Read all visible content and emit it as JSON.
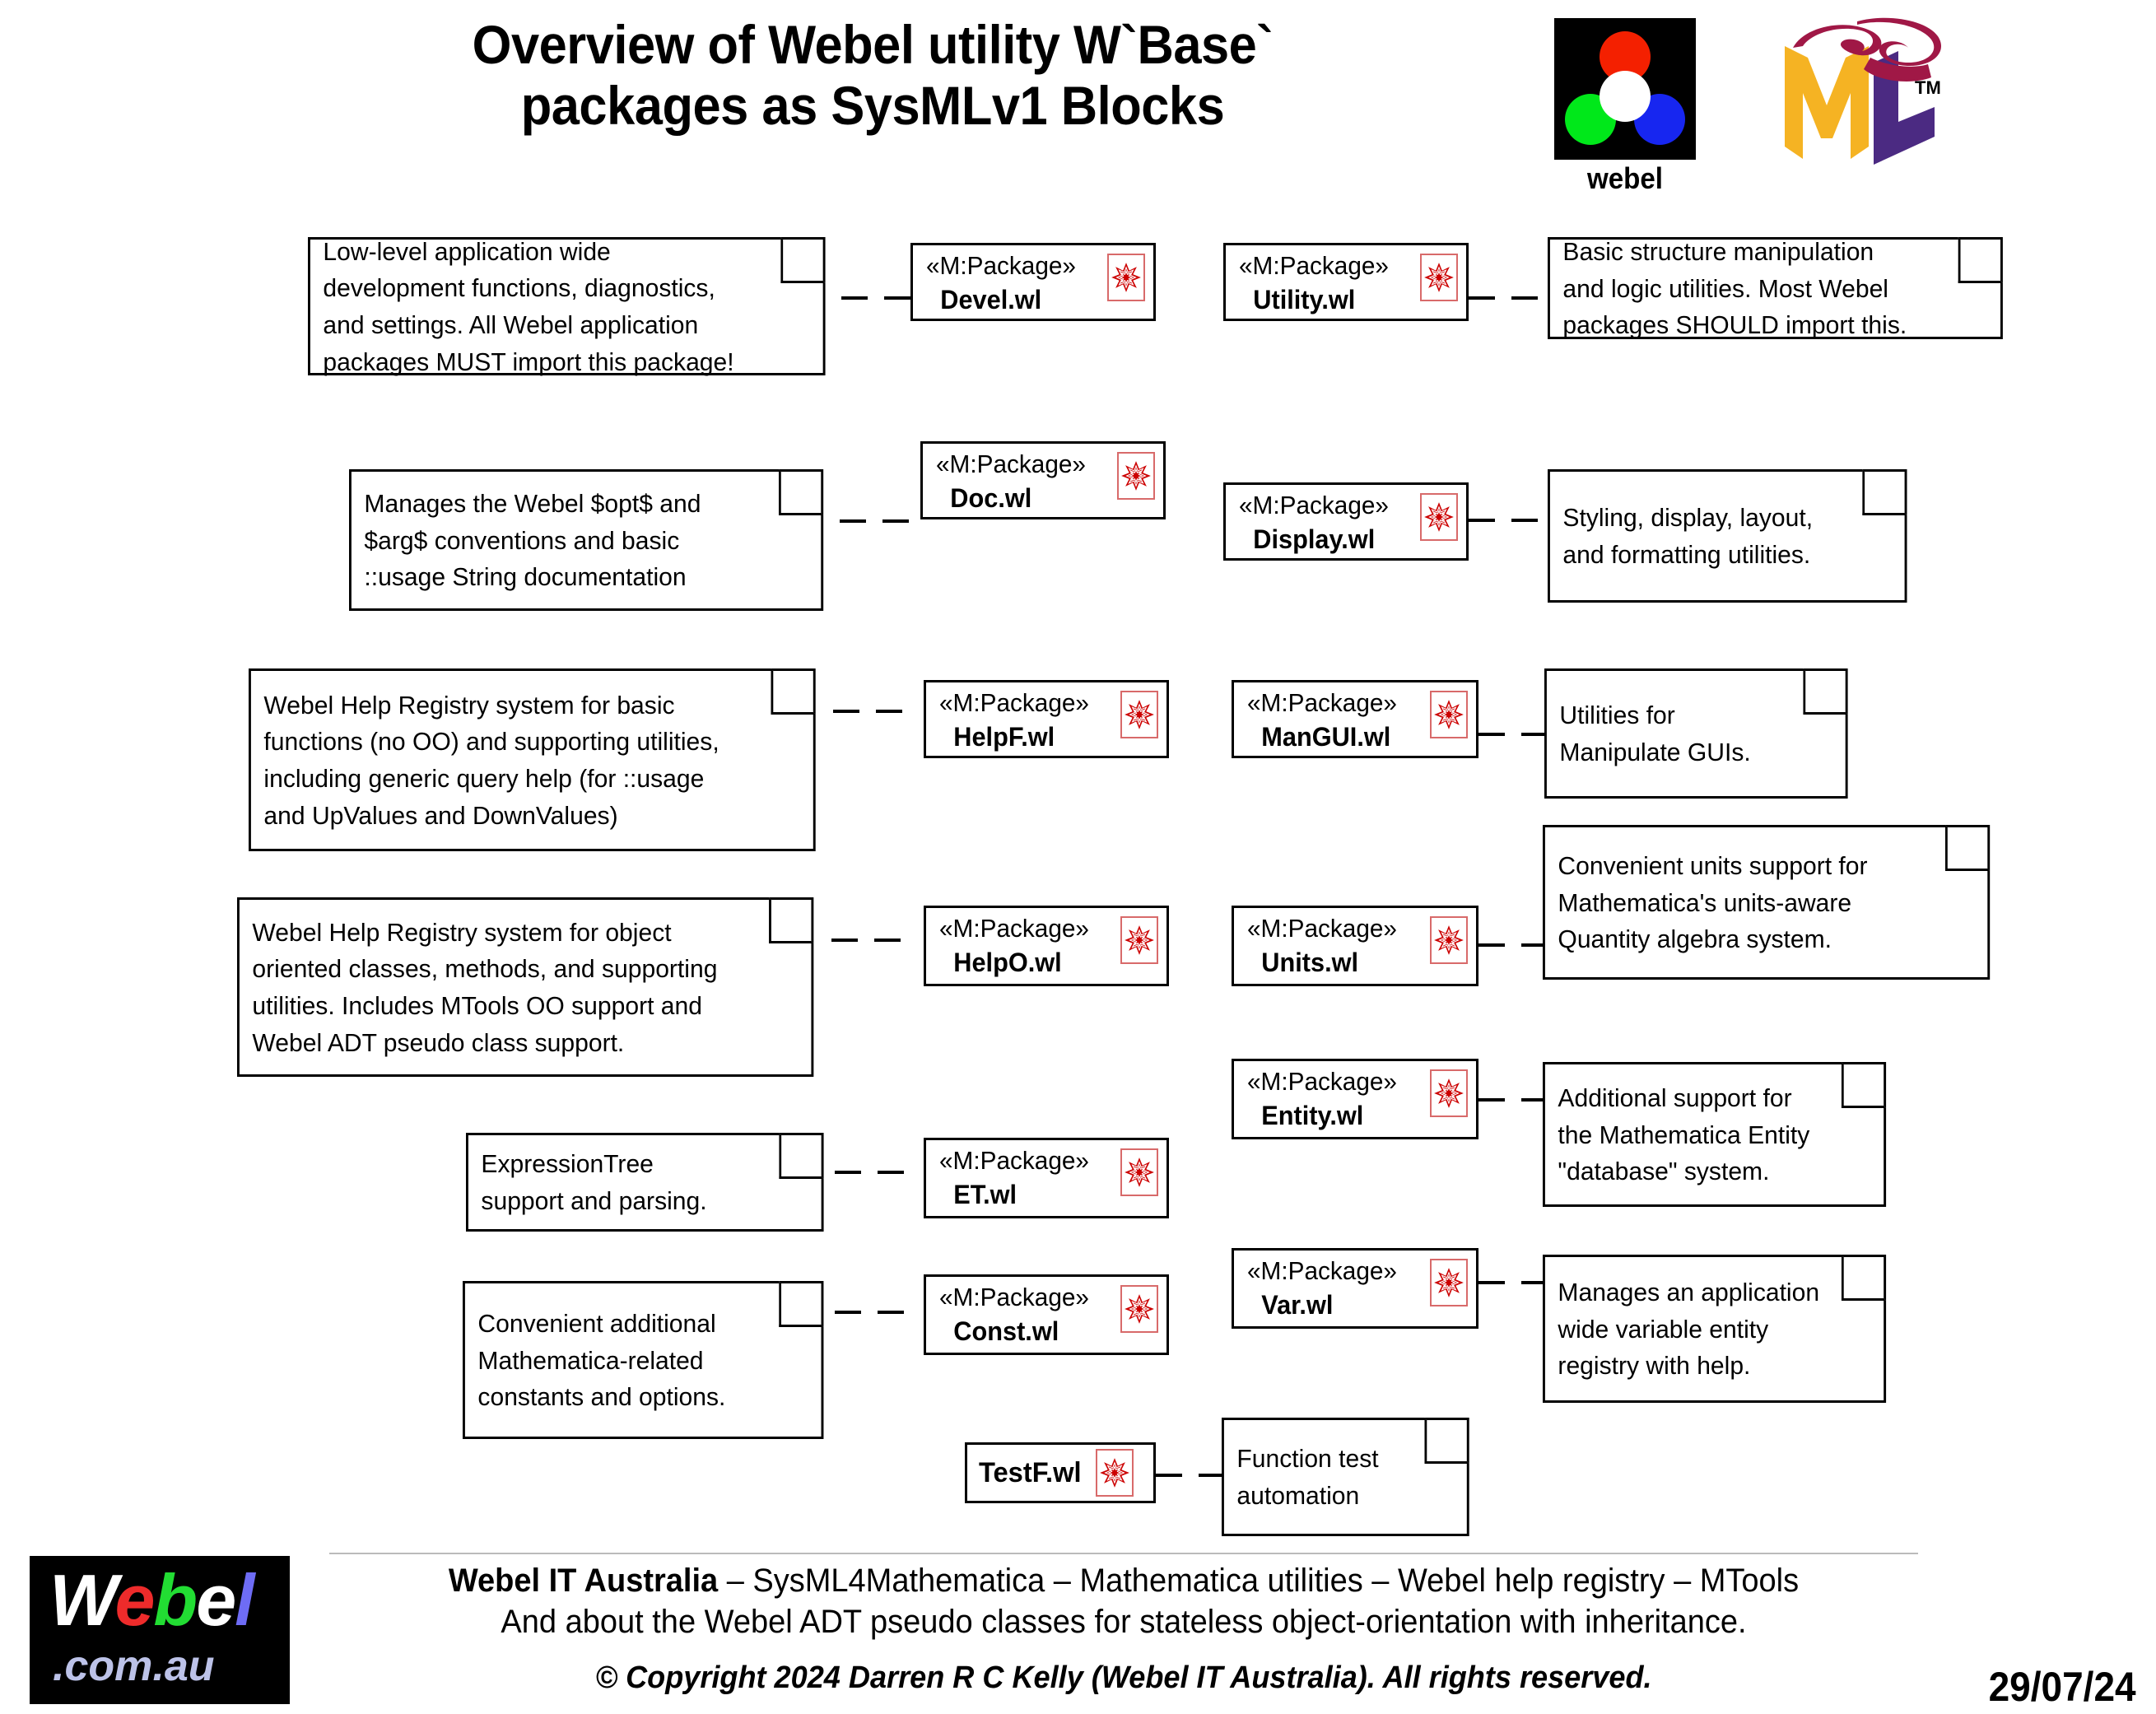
{
  "header": {
    "title": "Overview of Webel utility W`Base`\npackages as SysMLv1 Blocks",
    "webel_logo_caption": "webel",
    "sysml_logo_text": "SysML",
    "sysml_tm": "TM"
  },
  "diagram": {
    "stereotype": "«M:Package»",
    "icon_name": "mathematica-spikey-icon",
    "blocks": [
      {
        "id": "devel",
        "stereotype": "«M:Package»",
        "name": "Devel.wl"
      },
      {
        "id": "doc",
        "stereotype": "«M:Package»",
        "name": "Doc.wl"
      },
      {
        "id": "helpf",
        "stereotype": "«M:Package»",
        "name": "HelpF.wl"
      },
      {
        "id": "helpo",
        "stereotype": "«M:Package»",
        "name": "HelpO.wl"
      },
      {
        "id": "et",
        "stereotype": "«M:Package»",
        "name": "ET.wl"
      },
      {
        "id": "const",
        "stereotype": "«M:Package»",
        "name": "Const.wl"
      },
      {
        "id": "testf",
        "stereotype": "",
        "name": "TestF.wl"
      },
      {
        "id": "utility",
        "stereotype": "«M:Package»",
        "name": "Utility.wl"
      },
      {
        "id": "display",
        "stereotype": "«M:Package»",
        "name": "Display.wl"
      },
      {
        "id": "mangui",
        "stereotype": "«M:Package»",
        "name": "ManGUI.wl"
      },
      {
        "id": "units",
        "stereotype": "«M:Package»",
        "name": "Units.wl"
      },
      {
        "id": "entity",
        "stereotype": "«M:Package»",
        "name": "Entity.wl"
      },
      {
        "id": "var",
        "stereotype": "«M:Package»",
        "name": "Var.wl"
      }
    ],
    "notes": [
      {
        "id": "note-devel",
        "text": "Low-level application wide\ndevelopment functions, diagnostics,\nand settings. All Webel application\npackages MUST import this package!"
      },
      {
        "id": "note-doc",
        "text": "Manages the Webel $opt$ and\n$arg$ conventions and basic\n::usage String documentation"
      },
      {
        "id": "note-helpf",
        "text": "Webel Help Registry system for basic\nfunctions (no OO) and supporting utilities,\nincluding generic query help (for ::usage\nand UpValues and DownValues)"
      },
      {
        "id": "note-helpo",
        "text": "Webel Help Registry system for object\noriented classes, methods, and supporting\nutilities. Includes MTools OO support and\nWebel ADT pseudo class support."
      },
      {
        "id": "note-et",
        "text": "ExpressionTree\nsupport and parsing."
      },
      {
        "id": "note-const",
        "text": "Convenient additional\nMathematica-related\nconstants and options."
      },
      {
        "id": "note-utility",
        "text": "Basic structure manipulation\nand logic utilities. Most Webel\npackages SHOULD import this."
      },
      {
        "id": "note-display",
        "text": "Styling, display, layout,\nand formatting utilities."
      },
      {
        "id": "note-mangui",
        "text": "Utilities for\nManipulate GUIs."
      },
      {
        "id": "note-units",
        "text": "Convenient units support for\nMathematica's units-aware\nQuantity algebra system."
      },
      {
        "id": "note-entity",
        "text": "Additional support for\nthe Mathematica Entity\n\"database\" system."
      },
      {
        "id": "note-var",
        "text": "Manages an application\nwide variable entity\nregistry with help."
      },
      {
        "id": "note-testf",
        "text": "Function test\nautomation"
      }
    ]
  },
  "footer": {
    "brand": "Webel IT Australia",
    "tagline": "  – SysML4Mathematica – Mathematica utilities – Webel help registry – MTools",
    "subtitle": "And about the Webel ADT pseudo classes for stateless object-orientation with inheritance.",
    "copyright": "© Copyright 2024 Darren R C Kelly (Webel IT Australia). All rights reserved.",
    "date": "29/07/24",
    "logo": {
      "w": "W",
      "e1": "e",
      "b": "b",
      "e2": "e",
      "l": "l",
      "domain": ".com.au"
    }
  },
  "colors": {
    "spikey_red": "#cc0000",
    "spikey_border": "#d86a6a",
    "logo_red": "#f42000",
    "logo_green": "#00e81a",
    "logo_blue": "#1726f0",
    "sysml_yellow": "#f5b323",
    "sysml_purple": "#4b2a82",
    "sysml_maroon": "#a01846",
    "line": "#000000"
  }
}
